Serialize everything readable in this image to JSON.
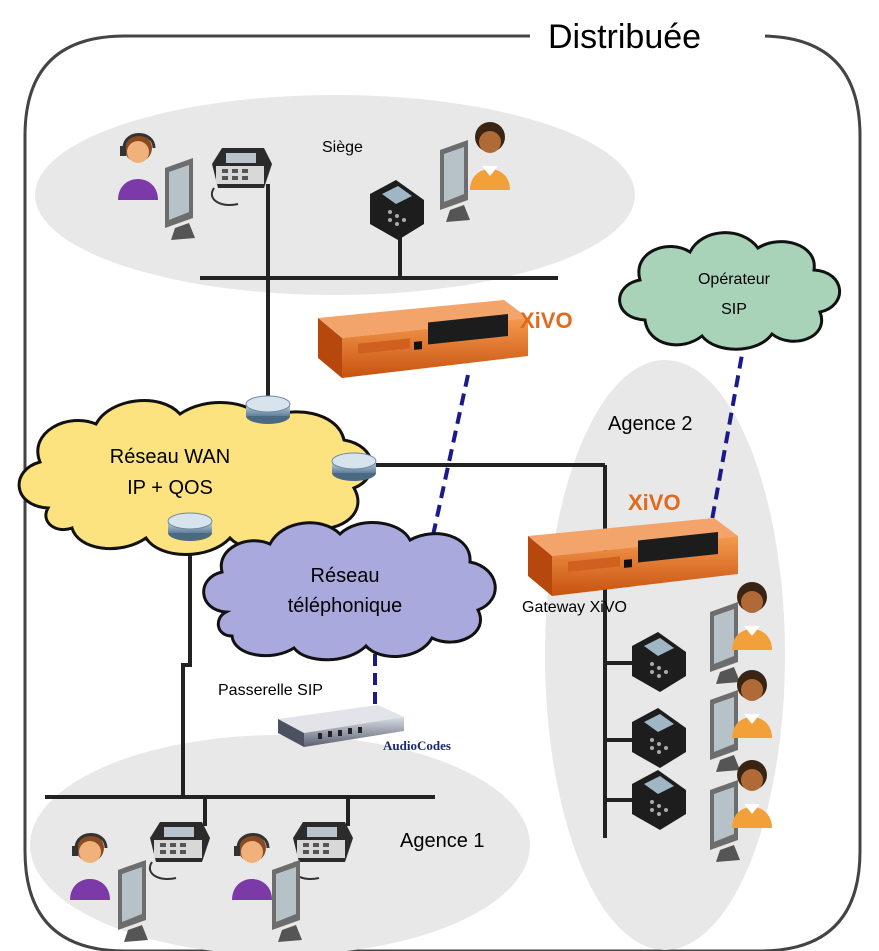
{
  "title": "Distribuée",
  "zones": {
    "siege": "Siège",
    "agence1": "Agence 1",
    "agence2": "Agence 2"
  },
  "clouds": {
    "operateur_line1": "Opérateur",
    "operateur_line2": "SIP",
    "wan_line1": "Réseau WAN",
    "wan_line2": "IP + QOS",
    "tel_line1": "Réseau",
    "tel_line2": "téléphonique"
  },
  "devices": {
    "xivo_logo": "XiVO",
    "gateway_label": "Gateway XiVO",
    "passerelle_label": "Passerelle SIP",
    "audiocodes_logo": "AudioCodes"
  },
  "colors": {
    "frame": "#444444",
    "zone_fill": "#e8e8e8",
    "operateur_cloud": "#a9d3b9",
    "wan_cloud": "#fde37f",
    "tel_cloud": "#aaa9dd",
    "xivo_orange": "#e36a1c",
    "dashed_link": "#1a1a8c",
    "headset_purple": "#7b3aa8"
  }
}
